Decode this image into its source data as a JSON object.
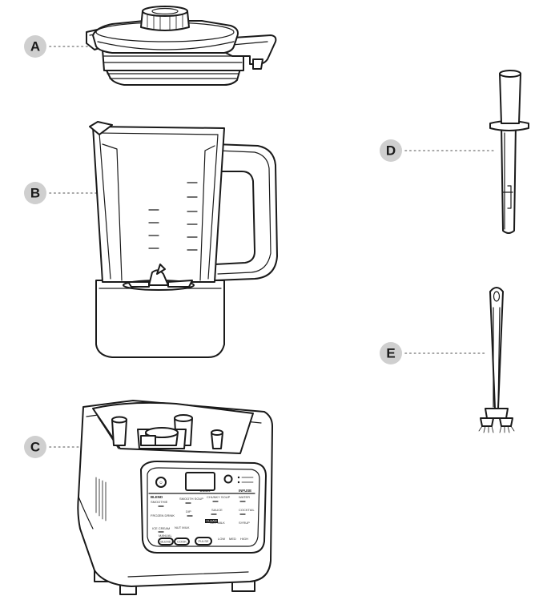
{
  "callouts": {
    "a": "A",
    "b": "B",
    "c": "C",
    "d": "D",
    "e": "E"
  },
  "panel": {
    "power": "⏻",
    "cook": "COOK",
    "blend": "BLEND",
    "infuse": "INFUSE",
    "smoothie": "SMOOTHIE",
    "frozen_drink": "FROZEN DRINK",
    "ice_cream": "ICE CREAM",
    "chunky_soup": "CHUNKY SOUP",
    "smooth_soup": "SMOOTH SOUP",
    "dip": "DIP",
    "sauce": "SAUCE",
    "nut_milk": "NUT MILK",
    "soy_milk": "SOY MILK",
    "water": "WATER",
    "cocktail": "COCKTAIL",
    "syrup": "SYRUP",
    "clean": "CLEAN",
    "manual": "MANUAL",
    "blend_btn": "BLEND",
    "cook_btn": "COOK",
    "pulse": "PULSE",
    "low": "LOW",
    "med": "MED",
    "high": "HIGH"
  }
}
